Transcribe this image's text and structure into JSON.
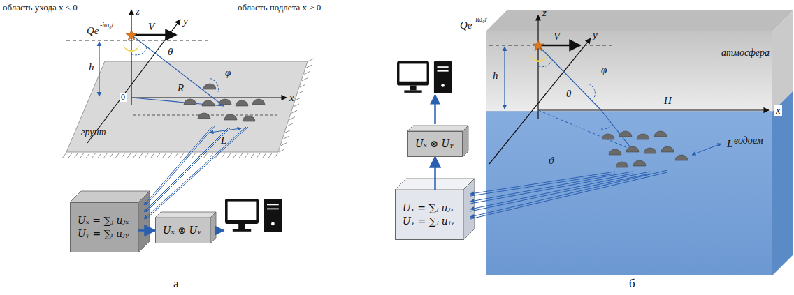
{
  "diagram": {
    "nodes": [
      {
        "text": [
          "Uₓ = ∑ⱼ uⱼₓ",
          "Uᵧ = ∑ᵢ uⱼᵧ"
        ]
      },
      {
        "text": [
          "Uₓ ⊗ Uᵧ"
        ]
      },
      {
        "text": [
          "Uₓ = ∑ⱼ uⱼₓ",
          "Uᵧ = ∑ⱼ uⱼᵧ"
        ]
      },
      {
        "text": [
          "Uₓ ⊗ Uᵧ"
        ]
      }
    ],
    "edges": [
      {
        "from": 0,
        "to": 1,
        "arrow": "to"
      },
      {
        "from": 2,
        "to": 3,
        "arrow": "to"
      }
    ],
    "labels": [
      "область ухода x < 0",
      "область подлета x > 0",
      "z",
      "y",
      "x",
      "V",
      "h",
      "0",
      "θ",
      "R",
      "φ",
      "L",
      "грунт",
      "Qe",
      "-iω₀t",
      "а",
      "z",
      "y",
      "x",
      "V",
      "h",
      "θ",
      "φ",
      "H",
      "ϑ",
      "L",
      "атмосфера",
      "водоем",
      "Qe",
      "-iω₀t",
      "б"
    ]
  }
}
